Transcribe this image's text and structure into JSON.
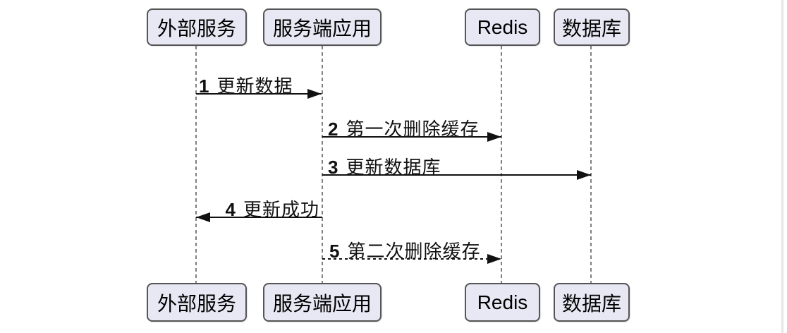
{
  "diagram": {
    "type": "sequence-diagram",
    "actors": [
      {
        "id": "external-service",
        "label": "外部服务"
      },
      {
        "id": "server-app",
        "label": "服务端应用"
      },
      {
        "id": "redis",
        "label": "Redis"
      },
      {
        "id": "database",
        "label": "数据库"
      }
    ],
    "messages": [
      {
        "seq": "1",
        "text": "更新数据",
        "from": "外部服务",
        "to": "服务端应用",
        "line": "solid",
        "direction": "right"
      },
      {
        "seq": "2",
        "text": "第一次删除缓存",
        "from": "服务端应用",
        "to": "Redis",
        "line": "solid",
        "direction": "right"
      },
      {
        "seq": "3",
        "text": "更新数据库",
        "from": "服务端应用",
        "to": "数据库",
        "line": "solid",
        "direction": "right"
      },
      {
        "seq": "4",
        "text": "更新成功",
        "from": "服务端应用",
        "to": "外部服务",
        "line": "solid",
        "direction": "left"
      },
      {
        "seq": "5",
        "text": "第二次删除缓存",
        "from": "服务端应用",
        "to": "Redis",
        "line": "dashed",
        "direction": "right"
      }
    ],
    "colors": {
      "actor_fill": "#E8E8F4",
      "actor_border": "#555555",
      "lifeline": "#808080",
      "arrow": "#111111",
      "background": "#FFFFFF",
      "scrollbar_track": "#E6E6E6"
    }
  }
}
